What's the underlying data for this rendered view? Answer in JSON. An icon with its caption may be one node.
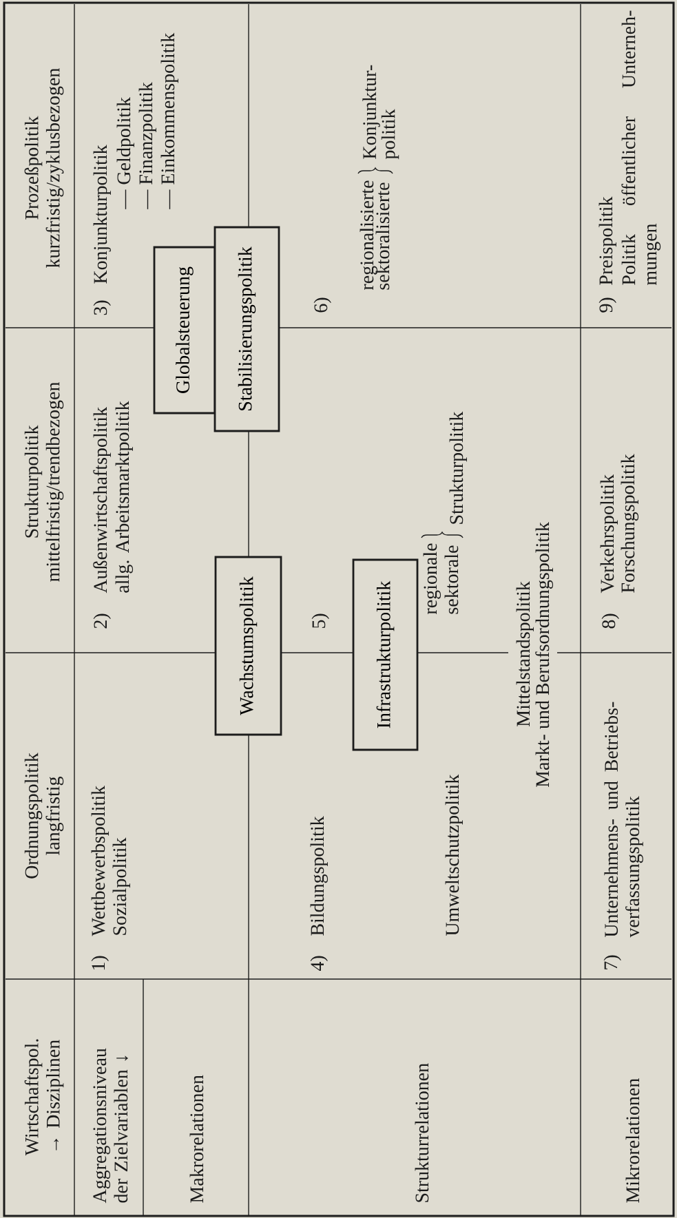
{
  "diagram": {
    "nodes": [
      {
        "text": [
          "Globalsteuerung"
        ]
      },
      {
        "text": [
          "Wachstumspolitik"
        ]
      },
      {
        "text": [
          "Stabilisierungspolitik"
        ]
      },
      {
        "text": [
          "Infrastrukturpolitik"
        ]
      }
    ],
    "labels": [
      "Wirtschaftspol. → Disziplinen",
      "Ordnungspolitik langfristig",
      "Strukturpolitik mittelfristig/trendbezogen",
      "Prozeßpolitik kurzfristig/zyklusbezogen",
      "Aggregationsniveau der Zielvariablen ↓",
      "Makrorelationen",
      "1)",
      "Wettbewerbspolitik",
      "Sozialpolitik",
      "2)",
      "Außenwirtschaftspolitik",
      "allg. Arbeitsmarktpolitik",
      "3)",
      "Konjunkturpolitik",
      "— Geldpolitik",
      "— Finanzpolitik",
      "— Einkommenspolitik",
      "Strukturrelationen",
      "4)",
      "Bildungspolitik",
      "Umweltschutzpolitik",
      "5)",
      "regionale",
      "sektorale",
      "Strukturpolitik",
      "Mittelstandspolitik",
      "Markt- und Berufsordnungspolitik",
      "6)",
      "regionalisierte",
      "sektoralisierte",
      "Konjunktur- politik",
      "Mikrorelationen",
      "7)",
      "Unternehmens- und Betriebs- verfassungspolitik",
      "8)",
      "Verkehrspolitik",
      "Forschungspolitik",
      "9)",
      "Preispolitik",
      "Politik öffentlicher Unterneh- mungen"
    ]
  }
}
